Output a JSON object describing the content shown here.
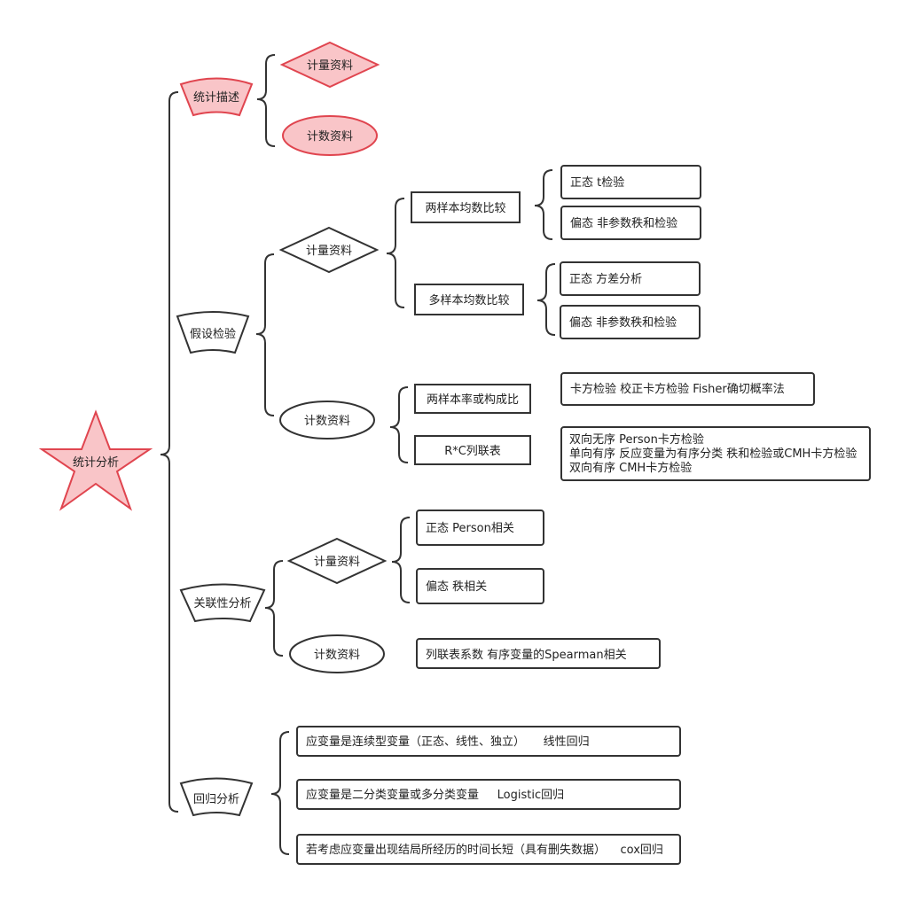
{
  "root": {
    "label": "统计分析",
    "shape": "star"
  },
  "branches": {
    "desc": {
      "label": "统计描述",
      "children": {
        "measure": "计量资料",
        "count": "计数资料"
      }
    },
    "hypo": {
      "label": "假设检验",
      "measure": {
        "label": "计量资料",
        "two": {
          "label": "两样本均数比较",
          "normal": "正态 t检验",
          "skew": "偏态 非参数秩和检验"
        },
        "multi": {
          "label": "多样本均数比较",
          "normal": "正态 方差分析",
          "skew": "偏态 非参数秩和检验"
        }
      },
      "count": {
        "label": "计数资料",
        "rate": {
          "label": "两样本率或构成比",
          "method": "卡方检验 校正卡方检验 Fisher确切概率法"
        },
        "rc": {
          "label": "R*C列联表",
          "methods": [
            "双向无序 Person卡方检验",
            "单向有序 反应变量为有序分类 秩和检验或CMH卡方检验",
            "双向有序 CMH卡方检验"
          ]
        }
      }
    },
    "assoc": {
      "label": "关联性分析",
      "measure": {
        "label": "计量资料",
        "normal": "正态 Person相关",
        "skew": "偏态 秩相关"
      },
      "count": {
        "label": "计数资料",
        "method": "列联表系数 有序变量的Spearman相关"
      }
    },
    "regress": {
      "label": "回归分析",
      "items": [
        "应变量是连续型变量（正态、线性、独立）     线性回归",
        "应变量是二分类变量或多分类变量     Logistic回归",
        "若考虑应变量出现结局所经历的时间长短（具有删失数据）    cox回归"
      ]
    }
  },
  "colors": {
    "highlight_fill": "#f9c5c8",
    "highlight_stroke": "#e0454f",
    "line": "#333333"
  }
}
